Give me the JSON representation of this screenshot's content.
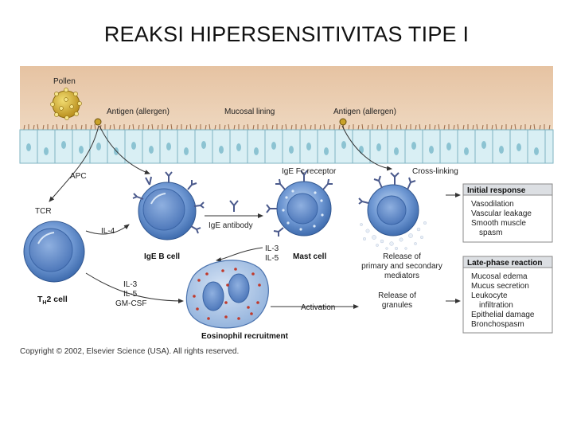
{
  "title": "REAKSI HIPERSENSITIVITAS TIPE I",
  "diagram": {
    "labels": {
      "pollen": "Pollen",
      "antigen_left": "Antigen (allergen)",
      "mucosal_lining": "Mucosal lining",
      "antigen_right": "Antigen (allergen)",
      "apc": "APC",
      "ige_fc_receptor": "IgE Fc receptor",
      "cross_linking": "Cross-linking",
      "tcr": "TCR",
      "il4": "IL-4",
      "ige_antibody": "IgE antibody",
      "ige_b_cell": "IgE B cell",
      "il3_a": "IL-3",
      "il5_a": "IL-5",
      "mast_cell": "Mast cell",
      "release_primary_1": "Release of",
      "release_primary_2": "primary and secondary",
      "release_primary_3": "mediators",
      "th2_main": "T",
      "th2_sub": "H",
      "th2_rest": "2 cell",
      "il3_b": "IL-3",
      "il5_b": "IL-5",
      "gmcsf": "GM-CSF",
      "activation": "Activation",
      "release_granules_1": "Release of",
      "release_granules_2": "granules",
      "eosinophil_recruitment": "Eosinophil recruitment",
      "copyright": "Copyright © 2002, Elsevier Science (USA). All rights reserved."
    },
    "initial_response": {
      "heading": "Initial response",
      "items": [
        "Vasodilation",
        "Vascular leakage",
        "Smooth muscle",
        "spasm"
      ]
    },
    "late_phase": {
      "heading": "Late-phase reaction",
      "items": [
        "Mucosal edema",
        "Mucus secretion",
        "Leukocyte",
        "infiltration",
        "Epithelial damage",
        "Bronchospasm"
      ]
    },
    "colors": {
      "tissue": "#e9c9a8",
      "epithelium": "#d8eef3",
      "cell_blue": "#5b86c6",
      "cell_blue_light": "#a9c6ea",
      "receptor": "#4b5a8c",
      "box_heading": "#dcdfe3",
      "box_border": "#8a8a8a",
      "arrow": "#333333",
      "granule_red": "#c0392b",
      "pollen": "#d8b23a"
    }
  }
}
